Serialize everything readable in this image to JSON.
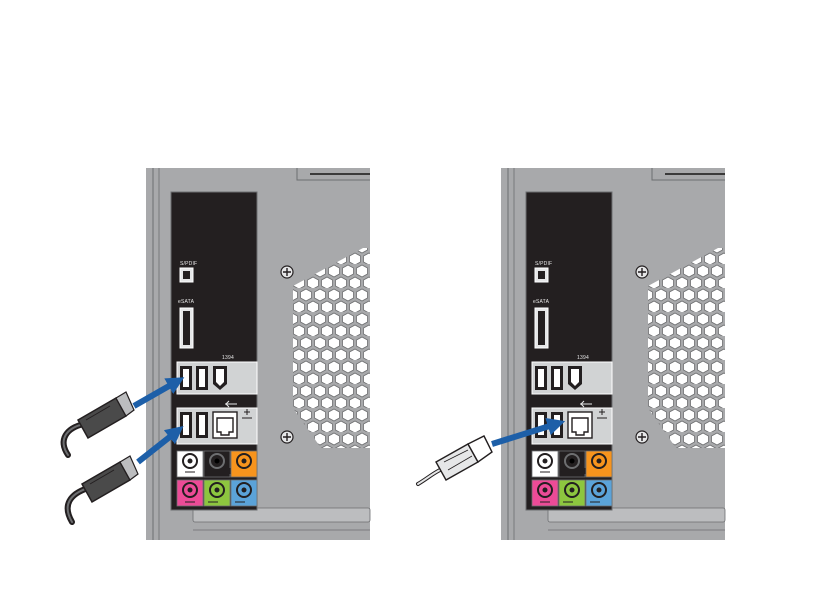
{
  "figure": {
    "description_free": true
  },
  "left_panel": {
    "labels": {
      "spdif": "S/PDIF",
      "esata": "eSATA",
      "ieee1394": "1394"
    },
    "connecting": "usb-cable",
    "arrow_count": 2
  },
  "right_panel": {
    "labels": {
      "spdif": "S/PDIF",
      "esata": "eSATA",
      "ieee1394": "1394"
    },
    "connecting": "network-cable",
    "arrow_count": 1
  },
  "colors": {
    "chassis": "#a8a9ab",
    "chassis_dark": "#6d6e70",
    "io_panel": "#231f20",
    "arrow": "#1d5fa8",
    "jack_orange": "#f7941d",
    "jack_pink": "#ec4b97",
    "jack_green": "#8dc63f",
    "jack_blue": "#5ba3d9",
    "jack_white": "#ffffff",
    "cable": "#3a3a3a"
  }
}
